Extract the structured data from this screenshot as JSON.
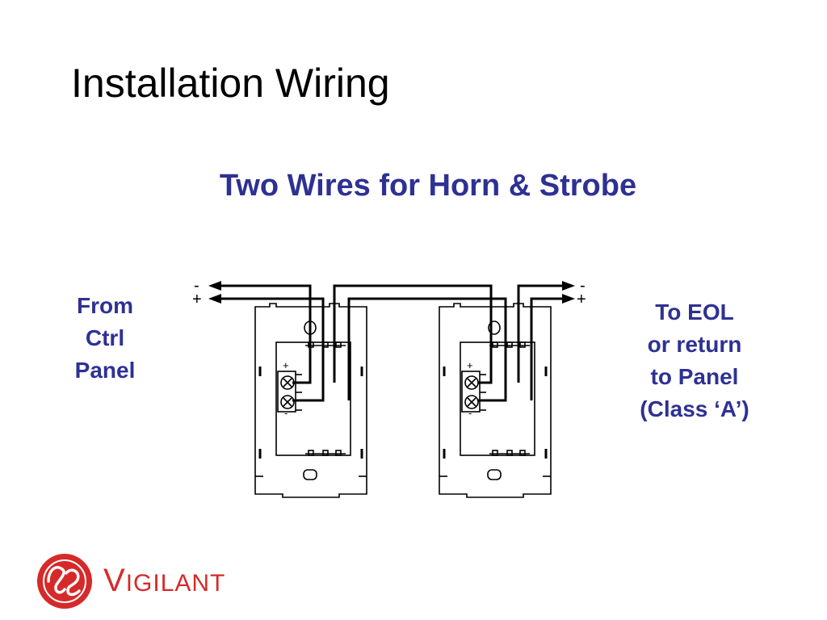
{
  "slide": {
    "title": "Installation Wiring",
    "subtitle": "Two Wires for Horn & Strobe"
  },
  "labels": {
    "left": [
      "From",
      "Ctrl",
      "Panel"
    ],
    "right": [
      "To EOL",
      "or return",
      "to Panel",
      "(Class ‘A’)"
    ]
  },
  "diagram": {
    "polarity_neg": "-",
    "polarity_pos": "+",
    "terminal_plus": "+",
    "terminal_minus": "-"
  },
  "brand": {
    "name_initial": "V",
    "name_rest": "IGILANT",
    "icon": "ge-logo-icon"
  },
  "colors": {
    "accent_blue": "#2e3192",
    "brand_red": "#d62a2a"
  }
}
